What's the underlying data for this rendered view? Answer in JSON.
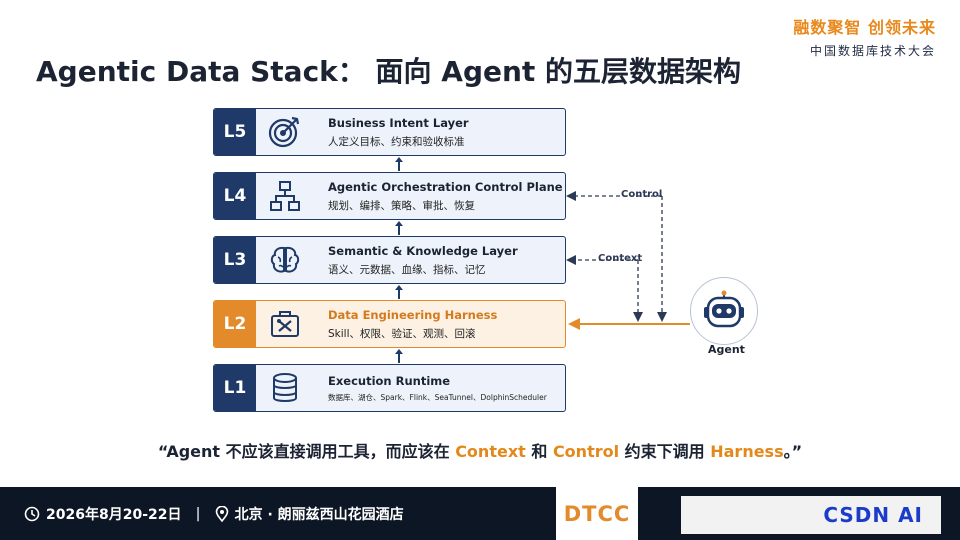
{
  "brand": {
    "slogan": "融数聚智 创领未来",
    "conference": "中国数据库技术大会"
  },
  "title": "Agentic Data Stack： 面向 Agent 的五层数据架构",
  "layers": [
    {
      "id": "L5",
      "name": "Business Intent Layer",
      "desc": "人定义目标、约束和验收标准",
      "icon": "target-icon",
      "highlight": false
    },
    {
      "id": "L4",
      "name": "Agentic Orchestration Control Plane",
      "desc": "规划、编排、策略、审批、恢复",
      "icon": "org-chart-icon",
      "highlight": false
    },
    {
      "id": "L3",
      "name": "Semantic & Knowledge Layer",
      "desc": "语义、元数据、血缘、指标、记忆",
      "icon": "brain-icon",
      "highlight": false
    },
    {
      "id": "L2",
      "name": "Data Engineering Harness",
      "desc": "Skill、权限、验证、观测、回滚",
      "icon": "toolbox-icon",
      "highlight": true
    },
    {
      "id": "L1",
      "name": "Execution Runtime",
      "desc": "数据库、湖仓、Spark、Flink、SeaTunnel、DolphinScheduler",
      "icon": "database-icon",
      "highlight": false
    }
  ],
  "connectors": {
    "control": "Control",
    "context": "Context"
  },
  "agent": {
    "label": "Agent",
    "icon": "robot-icon"
  },
  "quote": {
    "open": "“Agent 不应该直接调用工具，而应该在 ",
    "k1": "Context",
    "mid1": " 和 ",
    "k2": "Control",
    "mid2": " 约束下调用 ",
    "k3": "Harness",
    "close": "。”"
  },
  "footer": {
    "date": "2026年8月20-22日",
    "separator": "|",
    "location": "北京 · 朗丽兹西山花园酒店",
    "logo": "DTCC",
    "partner": "CSDN AI"
  },
  "colors": {
    "navy": "#1f3a68",
    "orange": "#e38a2a",
    "text": "#1c2434"
  }
}
